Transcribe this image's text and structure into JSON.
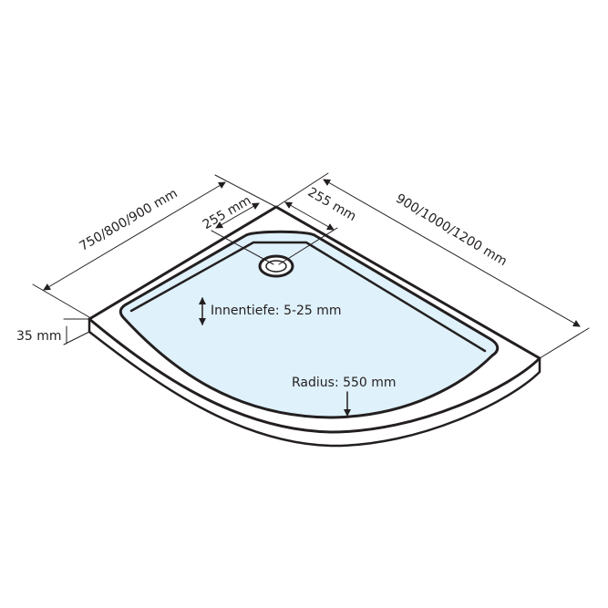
{
  "colors": {
    "basin": "#dff1fa",
    "line": "#231f20",
    "background": "#ffffff"
  },
  "dimensions": {
    "width": "750/800/900 mm",
    "length": "900/1000/1200 mm",
    "drain_offset_left": "255 mm",
    "drain_offset_right": "255 mm",
    "height": "35 mm",
    "inner_depth": "Innentiefe: 5-25 mm",
    "radius": "Radius: 550 mm"
  }
}
